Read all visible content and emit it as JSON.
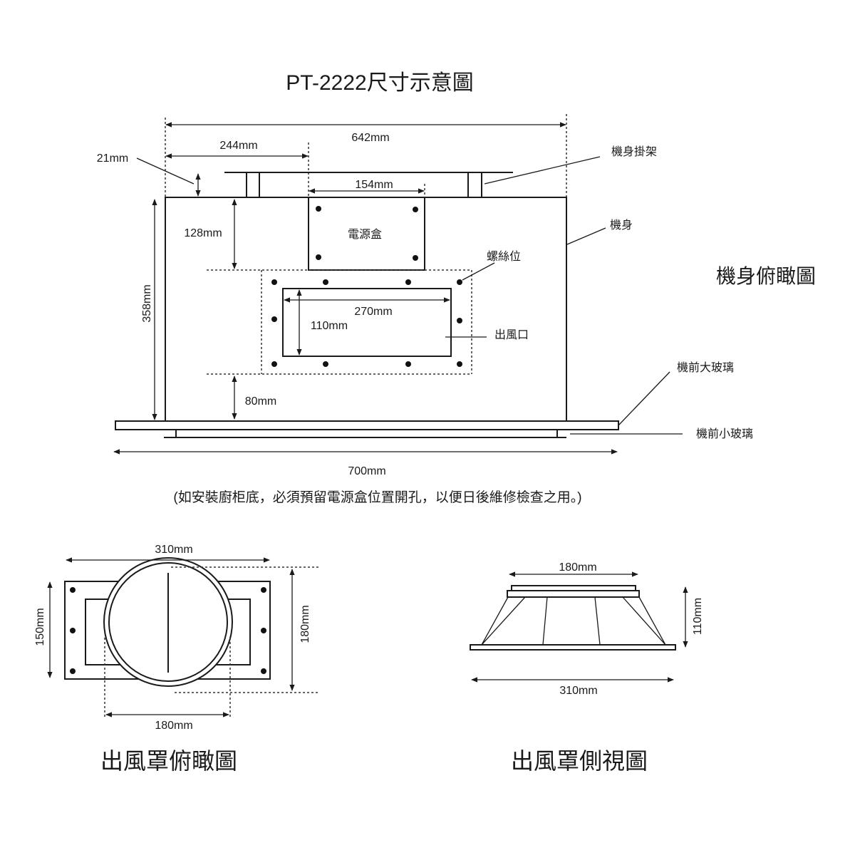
{
  "title": "PT-2222尺寸示意圖",
  "top_view": {
    "title": "機身俯瞰圖",
    "dims": {
      "overall_width": "642mm",
      "hanger_offset": "244mm",
      "hanger_height": "21mm",
      "power_box_width": "154mm",
      "power_box_depth": "128mm",
      "body_depth": "358mm",
      "outlet_width": "270mm",
      "outlet_depth": "110mm",
      "front_gap": "80mm",
      "glass_width": "700mm"
    },
    "labels": {
      "hanger": "機身掛架",
      "body": "機身",
      "power_box": "電源盒",
      "screw": "螺絲位",
      "outlet": "出風口",
      "large_glass": "機前大玻璃",
      "small_glass": "機前小玻璃"
    },
    "note": "(如安裝廚柜底，必須預留電源盒位置開孔，以便日後維修檢查之用。)"
  },
  "hood_top_view": {
    "title": "出風罩俯瞰圖",
    "dims": {
      "width": "310mm",
      "height": "150mm",
      "circle_height": "180mm",
      "circle_width": "180mm"
    }
  },
  "hood_side_view": {
    "title": "出風罩側視圖",
    "dims": {
      "top_width": "180mm",
      "height": "110mm",
      "base_width": "310mm"
    }
  }
}
